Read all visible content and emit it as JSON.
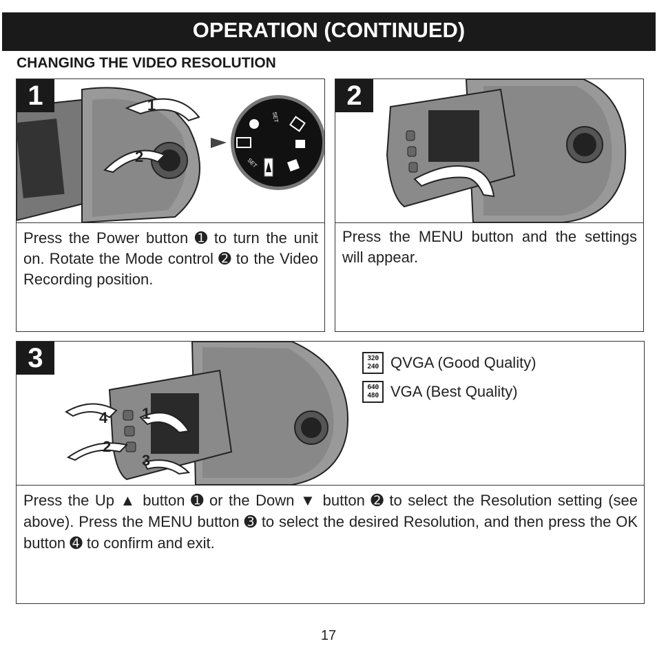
{
  "header": {
    "title": "OPERATION (CONTINUED)"
  },
  "section": {
    "title": "CHANGING THE VIDEO RESOLUTION"
  },
  "steps": [
    {
      "number": "1",
      "text": "Press the Power button ➊ to turn the unit on. Rotate the Mode control ➋ to the Video Recording position.",
      "callouts": [
        "1",
        "2"
      ],
      "dial_labels": [
        "SET",
        "SET"
      ]
    },
    {
      "number": "2",
      "text": "Press the MENU button and the settings will appear."
    },
    {
      "number": "3",
      "text": "Press the Up ▲ button ➊ or the Down ▼ button ➋ to select the Resolution setting (see above). Press the MENU button ➌ to select the desired Resolution, and then press the OK button ➍ to confirm and exit.",
      "callouts": [
        "1",
        "2",
        "3",
        "4"
      ]
    }
  ],
  "resolutions": [
    {
      "icon_top": "320",
      "icon_bottom": "240",
      "label": "QVGA (Good Quality)"
    },
    {
      "icon_top": "640",
      "icon_bottom": "480",
      "label": "VGA (Best Quality)"
    }
  ],
  "page": {
    "number": "17"
  }
}
